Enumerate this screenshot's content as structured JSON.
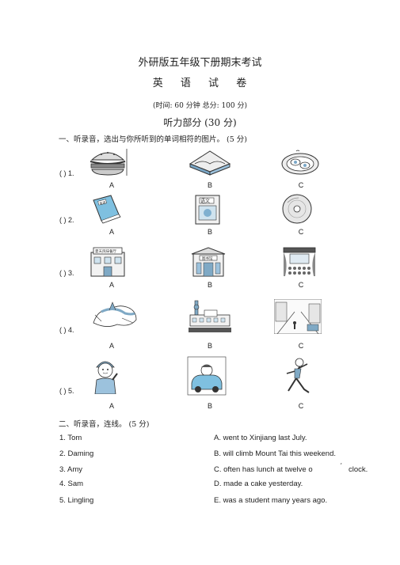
{
  "header": {
    "title": "外研版五年级下册期末考试",
    "subtitle": "英 语 试 卷",
    "meta": "(时间:  60 分钟      总分:  100 分)",
    "section_title": "听力部分   (30 分)"
  },
  "part1": {
    "instruction": "一、听录音，选出与你所听到的单词相符的图片。    (5 分)",
    "questions": [
      {
        "label": "(    ) 1.",
        "options": [
          "A",
          "B",
          "C"
        ],
        "pictures": [
          "burger-icon",
          "sandwich-icon",
          "fried-eggs-icon"
        ]
      },
      {
        "label": "(    ) 2.",
        "options": [
          "A",
          "B",
          "C"
        ],
        "pictures": [
          "book-icon",
          "textbook-icon",
          "cd-icon"
        ],
        "picture_text": {
          "book": "英语",
          "textbook": "语文"
        }
      },
      {
        "label": "(    ) 3.",
        "options": [
          "A",
          "B",
          "C"
        ],
        "pictures": [
          "restaurant-icon",
          "library-icon",
          "theatre-icon"
        ],
        "picture_text": {
          "restaurant": "夏天风味餐厅",
          "library": "图书馆"
        }
      },
      {
        "label": "(    ) 4.",
        "options": [
          "A",
          "B",
          "C"
        ],
        "pictures": [
          "map-icon",
          "city-icon",
          "street-icon"
        ]
      },
      {
        "label": "(    ) 5.",
        "options": [
          "A",
          "B",
          "C"
        ],
        "pictures": [
          "boy-icon",
          "driver-icon",
          "dancer-icon"
        ]
      }
    ]
  },
  "part2": {
    "instruction": "二、听录音，连线。  (5 分)",
    "left": [
      "1. Tom",
      "2. Daming",
      "3. Amy",
      "4. Sam",
      "5. Lingling"
    ],
    "right": [
      "A. went to Xinjiang last July.",
      "B. will climb Mount Tai this weekend.",
      "C. often has lunch at twelve o",
      "D. made a cake yesterday.",
      "E. was a student many years ago."
    ],
    "apostrophe": "′",
    "clock": "clock."
  }
}
